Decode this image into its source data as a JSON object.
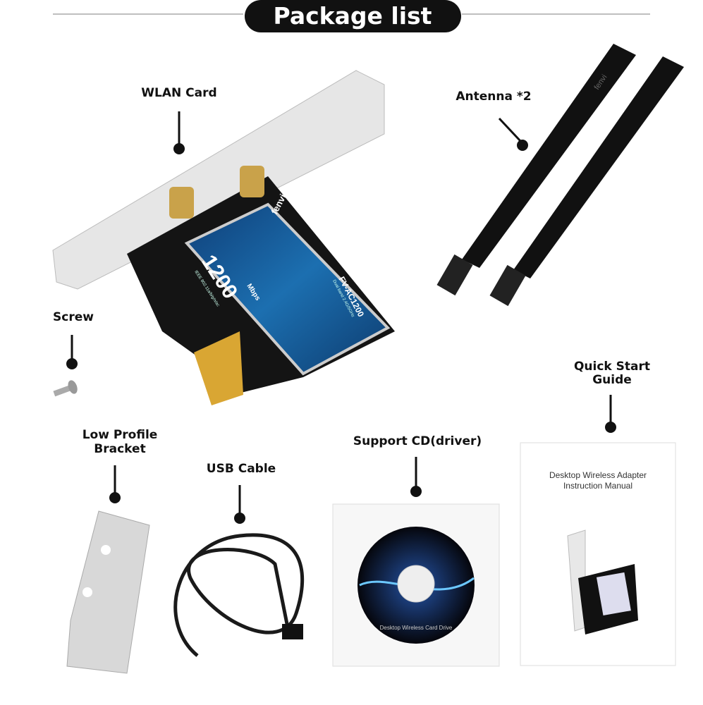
{
  "header": {
    "title": "Package list"
  },
  "items": {
    "wlan_card": {
      "label": "WLAN Card",
      "brand": "fenvi",
      "speed": "1200",
      "speed_unit": "Mbps",
      "standard": "IEEE 802.11a/b/g/n/ac",
      "model": "FV-AC1200",
      "band": "Dual band 2.4G/5GHz"
    },
    "antenna": {
      "label": "Antenna *2",
      "brand": "fenvi"
    },
    "screw": {
      "label": "Screw"
    },
    "guide": {
      "label_line1": "Quick Start",
      "label_line2": "Guide",
      "manual_line1": "Desktop Wireless Adapter",
      "manual_line2": "Instruction Manual"
    },
    "bracket": {
      "label_line1": "Low Profile",
      "label_line2": "Bracket"
    },
    "usb_cable": {
      "label": "USB Cable"
    },
    "cd": {
      "label": "Support CD(driver)",
      "disc_text": "Desktop Wireless Card Drive"
    }
  },
  "colors": {
    "accent": "#111111",
    "card_blue": "#1b5f9e",
    "gold": "#c9a24a"
  }
}
